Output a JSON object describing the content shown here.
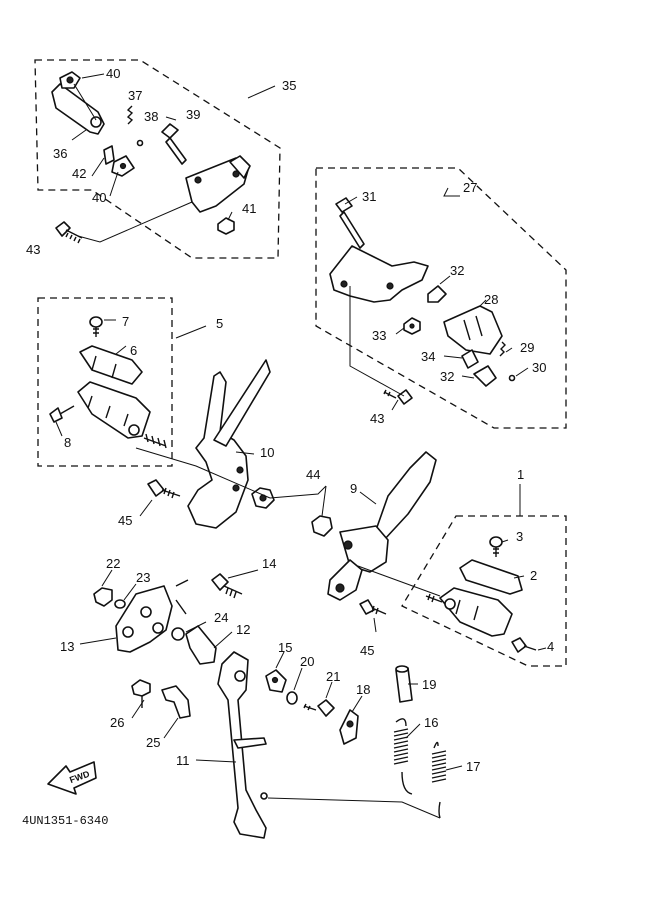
{
  "diagram": {
    "callouts": [
      "40",
      "37",
      "38",
      "39",
      "35",
      "36",
      "42",
      "40",
      "41",
      "43",
      "31",
      "27",
      "32",
      "28",
      "33",
      "29",
      "34",
      "30",
      "32",
      "43",
      "7",
      "5",
      "6",
      "8",
      "10",
      "45",
      "44",
      "9",
      "1",
      "3",
      "2",
      "4",
      "45",
      "22",
      "23",
      "14",
      "13",
      "24",
      "12",
      "15",
      "20",
      "21",
      "19",
      "18",
      "26",
      "25",
      "11",
      "16",
      "17"
    ],
    "fwd_label": "FWD",
    "drawing_code": "4UN1351-6340"
  }
}
